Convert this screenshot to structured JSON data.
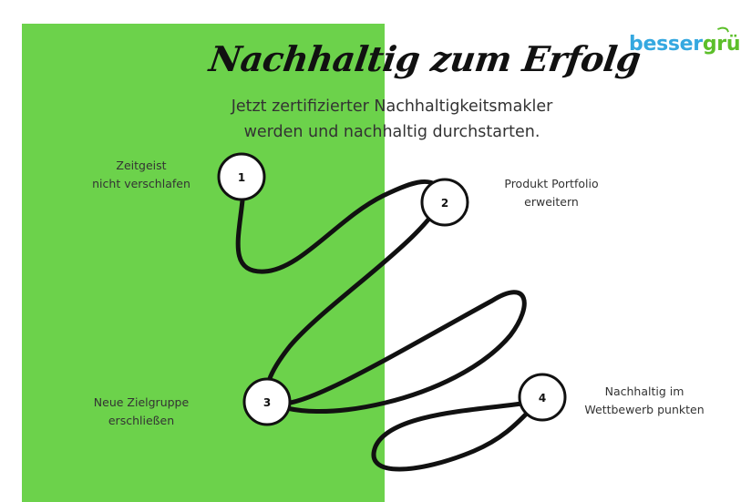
{
  "title": "Nachhaltig zum Erfolg",
  "subtitle": "Jetzt zertifizierter Nachhaltigkeitsmakler\nwerden und nachhaltig durchstarten.",
  "logo": {
    "part1": "besser",
    "part2": "grün"
  },
  "steps": [
    {
      "number": "1",
      "label": "Zeitgeist\nnicht verschlafen"
    },
    {
      "number": "2",
      "label": "Produkt Portfolio\nerweitern"
    },
    {
      "number": "3",
      "label": "Neue Zielgruppe\nerschließen"
    },
    {
      "number": "4",
      "label": "Nachhaltig im\nWettbewerb punkten"
    }
  ],
  "colors": {
    "panel": "#6cd24b",
    "logo_blue": "#35a8e0",
    "logo_green": "#5cbf2a",
    "path": "#111111"
  }
}
